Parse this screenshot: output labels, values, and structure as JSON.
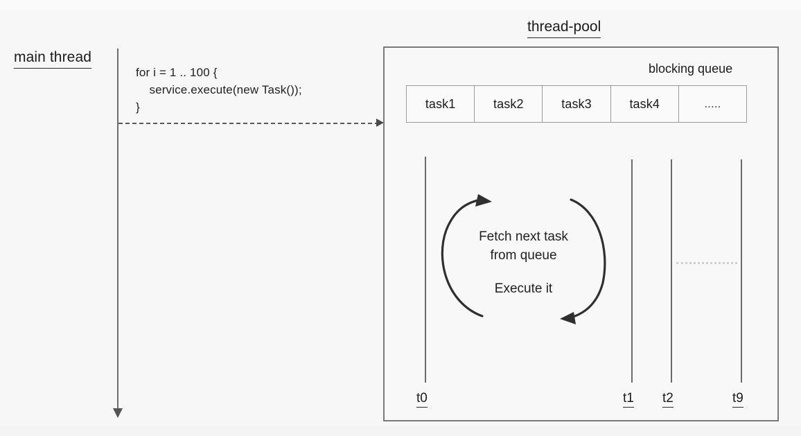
{
  "diagram": {
    "title": "thread-pool",
    "background_color": "#f7f7f7",
    "line_color": "#6f6f6f",
    "text_color": "#1b1b1b"
  },
  "main_thread": {
    "label": "main thread",
    "code": "for i = 1 .. 100 {\n    service.execute(new Task());\n}",
    "submit_arrow_label": ""
  },
  "pool": {
    "title": "thread-pool",
    "queue_label": "blocking queue",
    "queue_cells": [
      {
        "label": "task1"
      },
      {
        "label": "task2"
      },
      {
        "label": "task3"
      },
      {
        "label": "task4"
      },
      {
        "label": "....."
      }
    ],
    "workers": [
      {
        "label": "t0"
      },
      {
        "label": "t1"
      },
      {
        "label": "t2"
      },
      {
        "label": "t9"
      }
    ],
    "loop": {
      "line1": "Fetch next task",
      "line2": "from queue",
      "line3": "Execute it"
    }
  }
}
